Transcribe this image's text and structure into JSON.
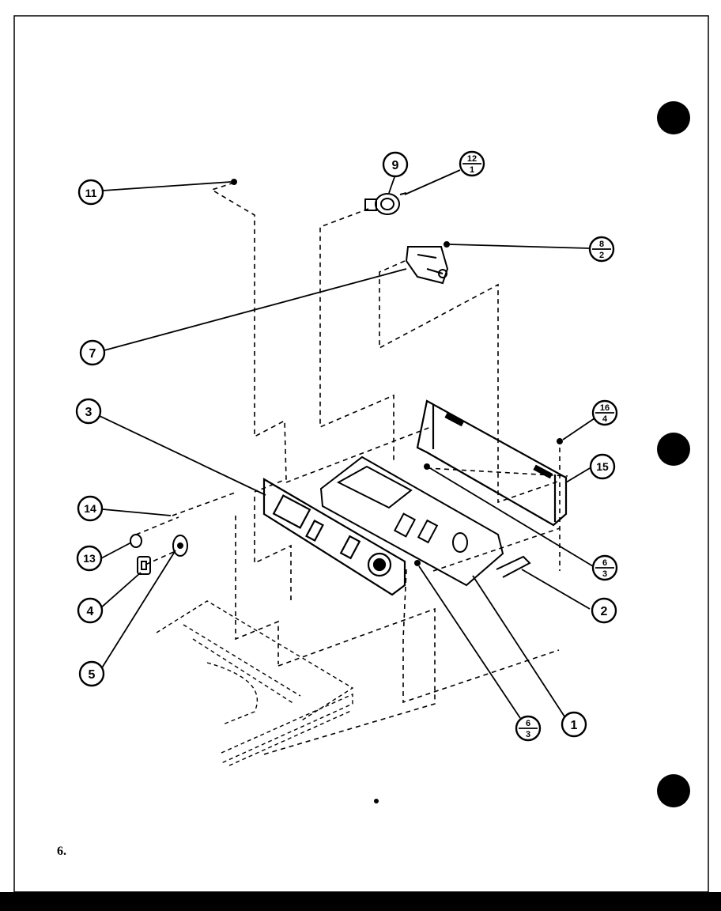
{
  "page": {
    "number": "6."
  },
  "callouts": {
    "c1": "1",
    "c2": "2",
    "c3": "3",
    "c4": "4",
    "c5": "5",
    "c7": "7",
    "c9": "9",
    "c11": "11",
    "c13": "13",
    "c14": "14",
    "c15": "15",
    "f12_1": {
      "top": "12",
      "bottom": "1"
    },
    "f8_2": {
      "top": "8",
      "bottom": "2"
    },
    "f16_4": {
      "top": "16",
      "bottom": "4"
    },
    "f6_3a": {
      "top": "6",
      "bottom": "3"
    },
    "f6_3b": {
      "top": "6",
      "bottom": "3"
    }
  },
  "colors": {
    "ink": "#000000",
    "paper": "#ffffff"
  }
}
